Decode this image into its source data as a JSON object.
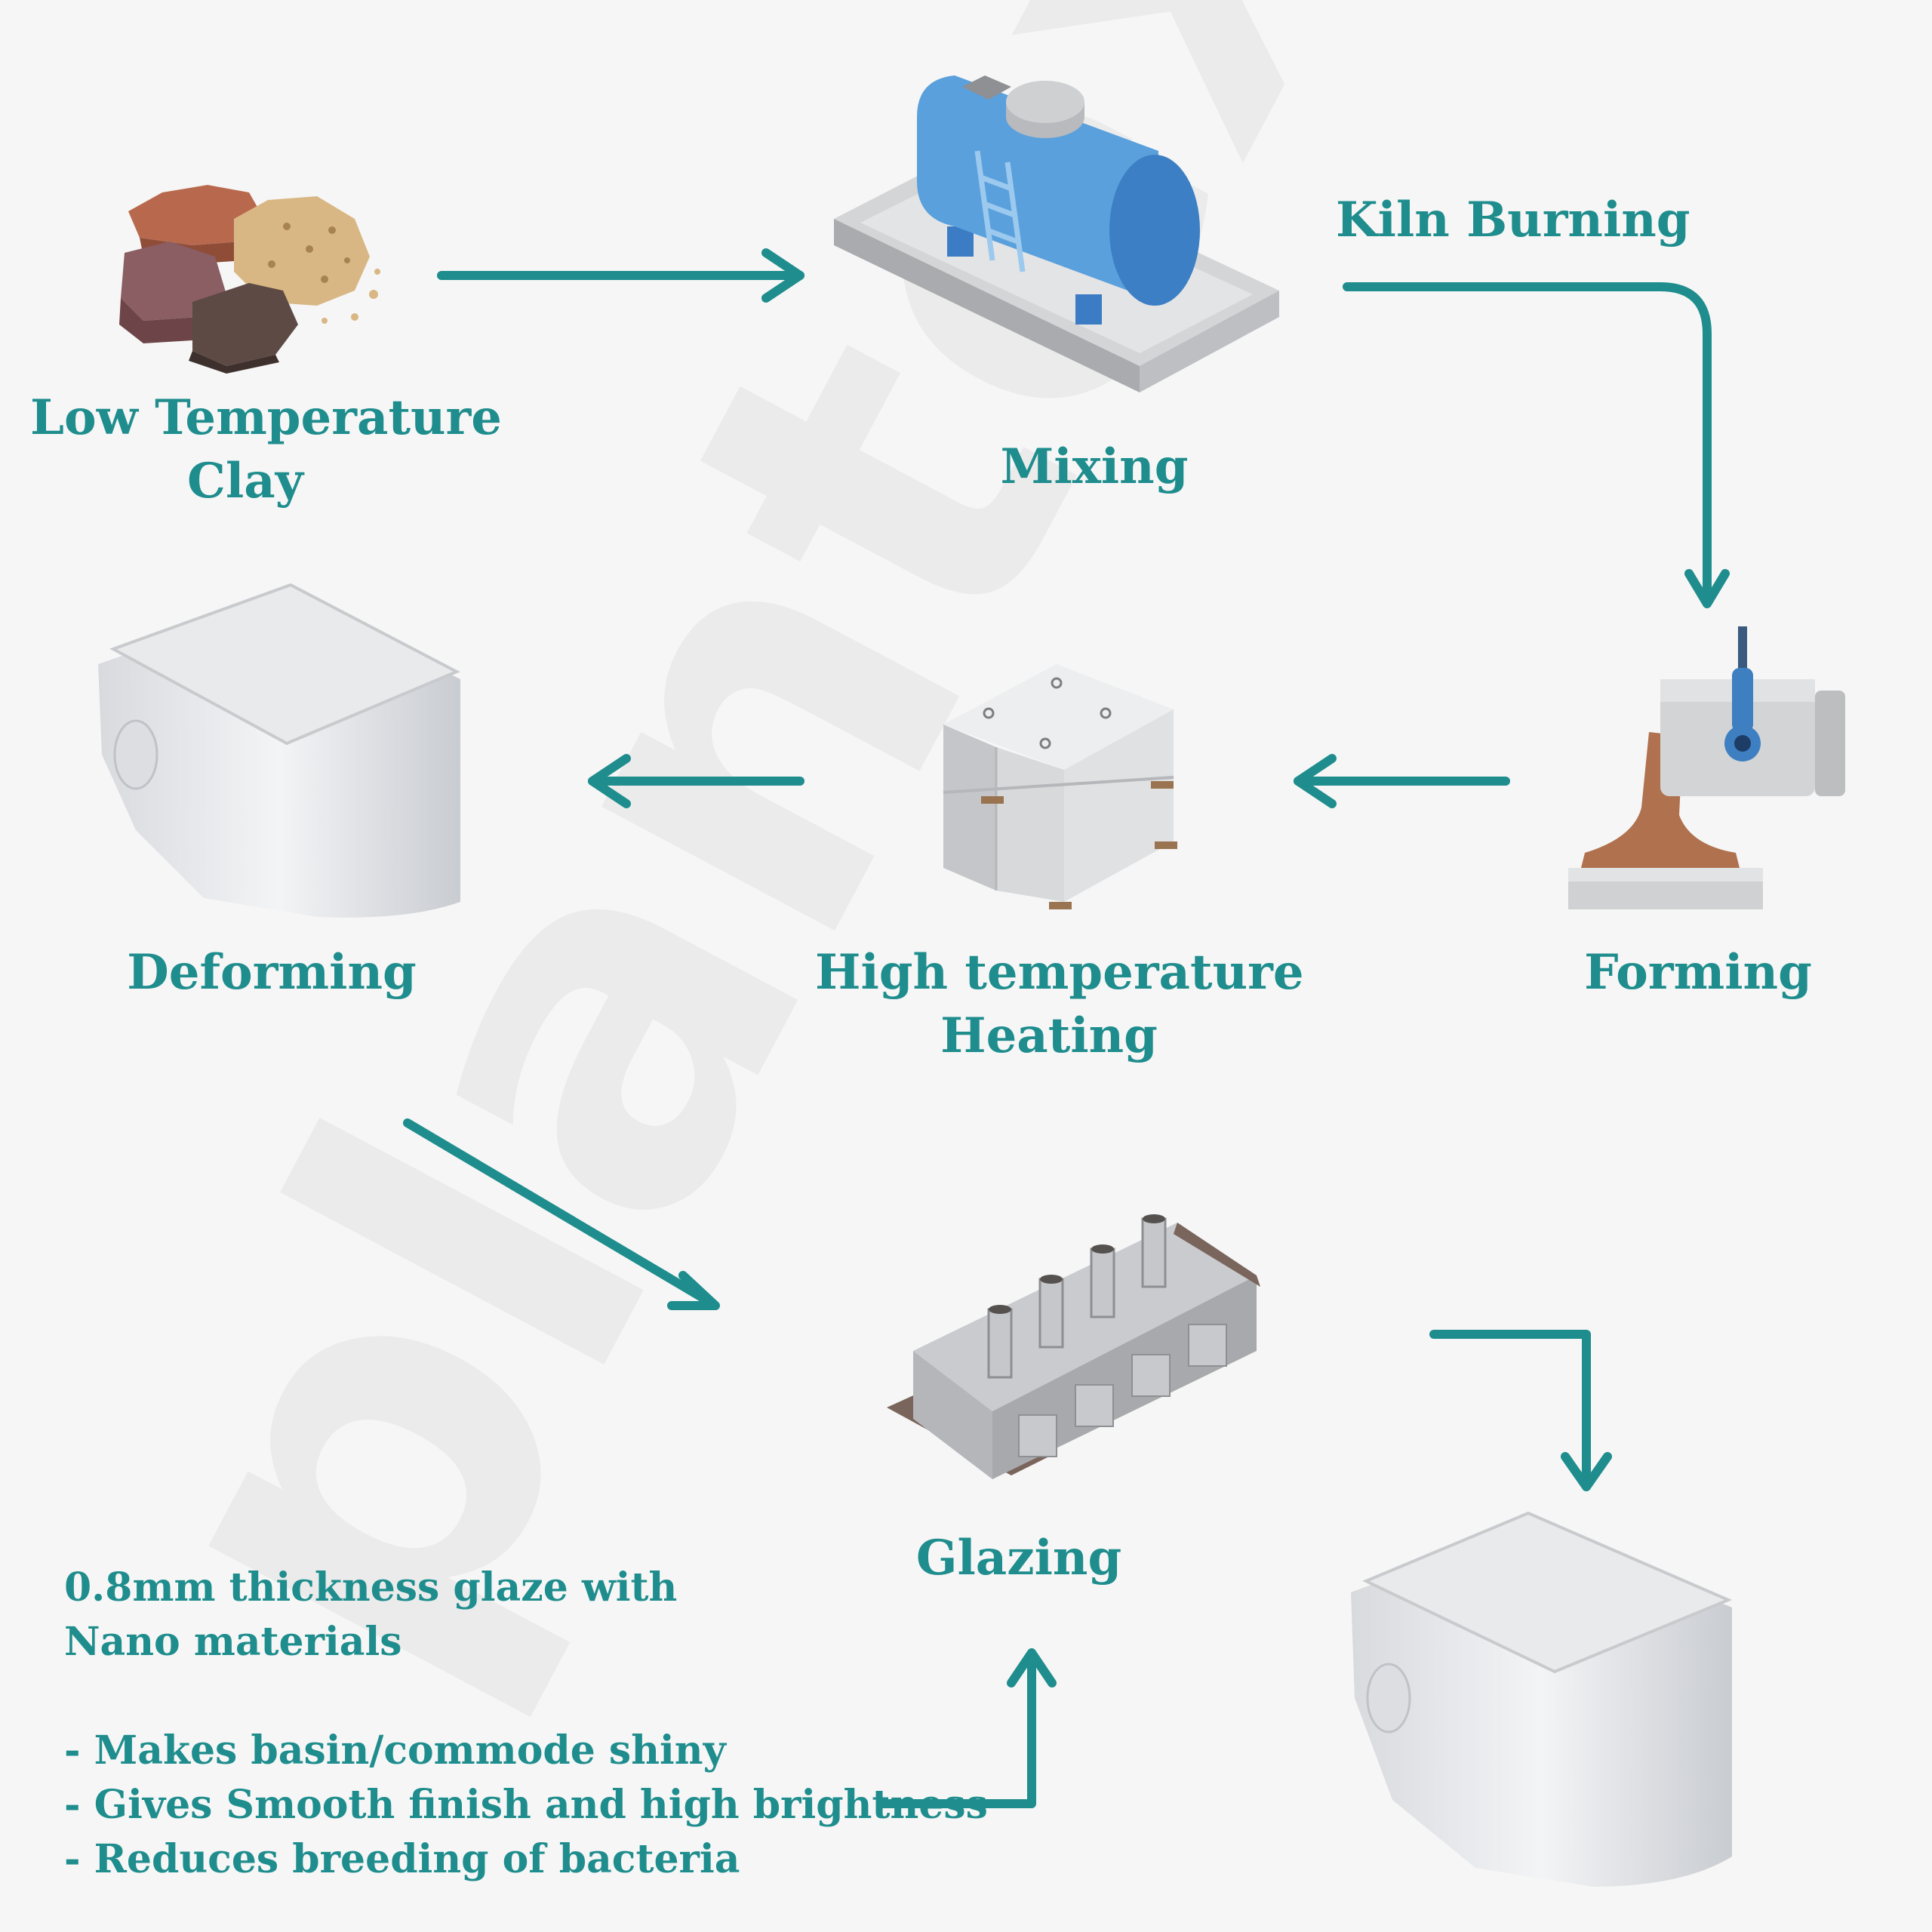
{
  "watermark": {
    "text": "plantex"
  },
  "steps": {
    "clay": {
      "line1": "Low Temperature",
      "line2": "Clay"
    },
    "mixing": {
      "label": "Mixing"
    },
    "kiln": {
      "label": "Kiln Burning"
    },
    "forming": {
      "label": "Forming"
    },
    "heating": {
      "line1": "High temperature",
      "line2": "Heating"
    },
    "deforming": {
      "label": "Deforming"
    },
    "glazing": {
      "label": "Glazing"
    }
  },
  "note": {
    "line1": "0.8mm thickness glaze with",
    "line2": "Nano materials",
    "bullets": [
      "- Makes basin/commode shiny",
      "- Gives Smooth finish and high brightness",
      "- Reduces breeding of bacteria"
    ]
  },
  "colors": {
    "accent": "#1f8d8d",
    "background": "#f6f6f6"
  },
  "icons": [
    "clay-rocks-icon",
    "mixing-tank-icon",
    "forming-machine-icon",
    "kiln-stack-icon",
    "toilet-icon",
    "glazing-conveyor-icon",
    "toilet-finished-icon"
  ]
}
